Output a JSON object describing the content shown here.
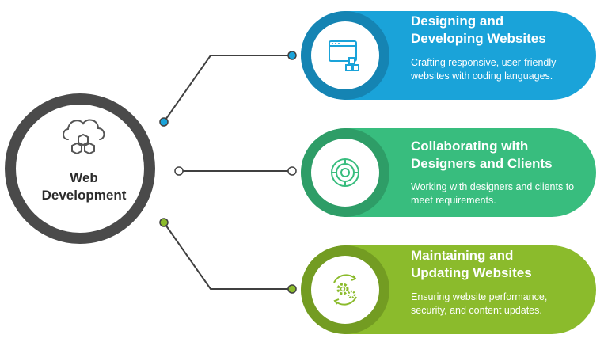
{
  "hub": {
    "title_line1": "Web",
    "title_line2": "Development",
    "icon": "cloud-hexagons-icon"
  },
  "branches": [
    {
      "title_line1": "Designing and",
      "title_line2": "Developing Websites",
      "description": "Crafting responsive, user-friendly websites with coding languages.",
      "icon": "browser-window-icon",
      "color": "#1aa3d9",
      "dark_color": "#1584b3"
    },
    {
      "title_line1": "Collaborating with",
      "title_line2": "Designers and Clients",
      "description": "Working with designers and clients to meet requirements.",
      "icon": "target-icon",
      "color": "#38bd7e",
      "dark_color": "#2e9d67"
    },
    {
      "title_line1": "Maintaining and",
      "title_line2": "Updating Websites",
      "description": "Ensuring website performance, security, and content updates.",
      "icon": "gears-cycle-icon",
      "color": "#8bbb2c",
      "dark_color": "#739c22"
    }
  ],
  "colors": {
    "hub_ring": "#4a4a4a",
    "connector": "#404040"
  }
}
